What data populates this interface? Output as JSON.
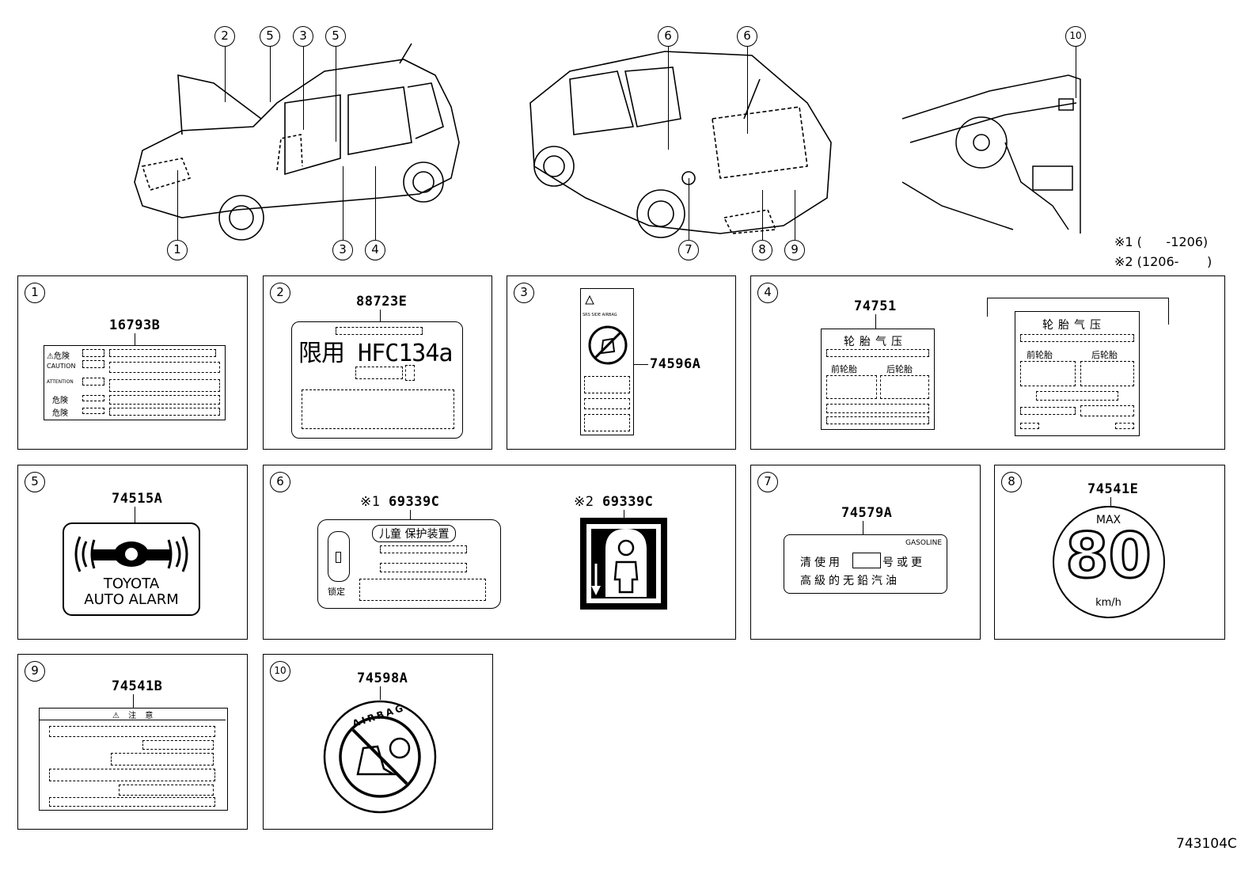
{
  "overview": {
    "front_view_callouts": [
      "2",
      "5",
      "3",
      "5",
      "1",
      "3",
      "4"
    ],
    "rear_view_callouts": [
      "6",
      "6",
      "7",
      "8",
      "9"
    ],
    "interior_view_callouts": [
      "10"
    ],
    "notes": [
      "※1 (      -1206)",
      "※2 (1206-       )"
    ]
  },
  "panels": [
    {
      "num": "1",
      "part_no": "16793B",
      "label_lines": [
        "⚠危険",
        "CAUTION",
        "ATTENTION",
        "危険",
        "危険"
      ]
    },
    {
      "num": "2",
      "part_no": "88723E",
      "label_main": "限用 HFC134a"
    },
    {
      "num": "3",
      "part_no": "74596A",
      "label_lines": [
        "SRS SIDE AIRBAG"
      ]
    },
    {
      "num": "4",
      "part_no": "74751",
      "label_left": {
        "title": "轮胎气压",
        "front": "前轮胎",
        "rear": "后轮胎"
      },
      "label_right": {
        "title": "轮胎气压",
        "front": "前轮胎",
        "rear": "后轮胎"
      }
    },
    {
      "num": "5",
      "part_no": "74515A",
      "label_lines": [
        "TOYOTA",
        "AUTO ALARM"
      ]
    },
    {
      "num": "6",
      "variant1_prefix": "※1",
      "variant1_part_no": "69339C",
      "variant2_prefix": "※2",
      "variant2_part_no": "69339C",
      "label_title": "儿童 保护装置",
      "lock_label": "锁定"
    },
    {
      "num": "7",
      "part_no": "74579A",
      "label_lines": [
        "GASOLINE",
        "清使用",
        "号或更",
        "高級的无鉛汽油"
      ]
    },
    {
      "num": "8",
      "part_no": "74541E",
      "label_max": "MAX",
      "label_speed": "80",
      "label_unit": "km/h"
    },
    {
      "num": "9",
      "part_no": "74541B",
      "label_title": "⚠ 注 意"
    },
    {
      "num": "10",
      "part_no": "74598A",
      "label_arc": "AIRBAG"
    }
  ],
  "figure_code": "743104C"
}
